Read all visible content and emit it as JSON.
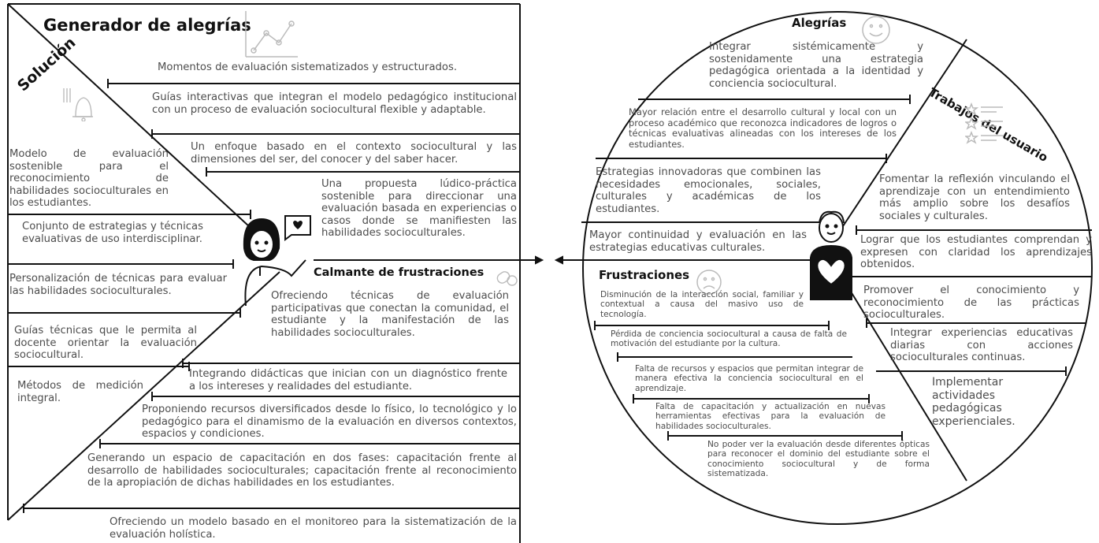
{
  "left": {
    "title": "Generador de alegrías",
    "solucion_label": "Solución",
    "calmante_label": "Calmante de frustraciones",
    "gains": [
      "Momentos de evaluación sistematizados y estructurados.",
      "Guías interactivas que integran el modelo pedagógico institucional con un proceso de evaluación sociocultural flexible y adaptable.",
      "Un enfoque basado en el contexto sociocultural y las dimensiones del ser, del conocer y del saber hacer.",
      "Una propuesta lúdico-práctica sostenible para direccionar una evaluación basada en experiencias o casos donde se manifiesten las habilidades socioculturales."
    ],
    "solutions": [
      "Modelo de evaluación sostenible para el reconocimiento de habilidades socioculturales en los estudiantes.",
      "Conjunto de estrategias y técnicas evaluativas de uso interdisciplinar.",
      "Personalización de técnicas para evaluar las habilidades socioculturales.",
      "Guías técnicas que le permita al docente orientar la evaluación sociocultural.",
      "Métodos de medición integral."
    ],
    "relievers": [
      "Ofreciendo técnicas de evaluación participativas que conectan la comunidad, el estudiante y la manifestación de las habilidades socioculturales.",
      "Integrando didácticas que inician con un diagnóstico frente a los intereses y realidades del estudiante.",
      "Proponiendo recursos diversificados desde lo físico, lo tecnológico y lo pedagógico para el dinamismo de la evaluación en diversos contextos, espacios y condiciones.",
      "Generando un espacio de capacitación en dos fases: capacitación frente al desarrollo de habilidades socioculturales; capacitación frente al reconocimiento de la apropiación de dichas habilidades en los estudiantes.",
      "Ofreciendo un modelo basado en el monitoreo para la sistematización de la evaluación holística."
    ]
  },
  "right": {
    "alegrias_label": "Alegrías",
    "trabajos_label": "Trabajos del usuario",
    "frustraciones_label": "Frustraciones",
    "gains": [
      "Integrar sistémicamente y sostenidamente una estrategia pedagógica orientada a la identidad y conciencia sociocultural.",
      "Mayor relación entre el desarrollo cultural y local con un proceso académico que reconozca indicadores de logros o técnicas evaluativas alineadas con los intereses de los estudiantes.",
      "Estrategias innovadoras que combinen las necesidades emocionales, sociales, culturales y académicas de los estudiantes.",
      "Mayor continuidad y evaluación en las estrategias educativas culturales."
    ],
    "jobs": [
      "Fomentar la reflexión vinculando el aprendizaje con un entendimiento más amplio sobre los desafíos sociales y culturales.",
      "Lograr que los estudiantes comprendan y expresen con claridad los aprendizajes obtenidos.",
      "Promover el conocimiento y reconocimiento de las prácticas socioculturales.",
      "Integrar experiencias educativas diarias con acciones socioculturales continuas.",
      "Implementar actividades pedagógicas experienciales."
    ],
    "pains": [
      "Disminución de la interacción social, familiar y contextual a causa del masivo uso de tecnología.",
      "Pérdida de conciencia sociocultural a causa de falta de motivación del estudiante por la cultura.",
      "Falta de recursos y espacios que permitan integrar de manera efectiva la conciencia sociocultural en el aprendizaje.",
      "Falta de capacitación y actualización en nuevas herramientas efectivas para la evaluación de habilidades socioculturales.",
      "No poder ver la evaluación desde diferentes ópticas para reconocer el dominio del estudiante sobre el conocimiento sociocultural y de forma sistematizada."
    ]
  }
}
